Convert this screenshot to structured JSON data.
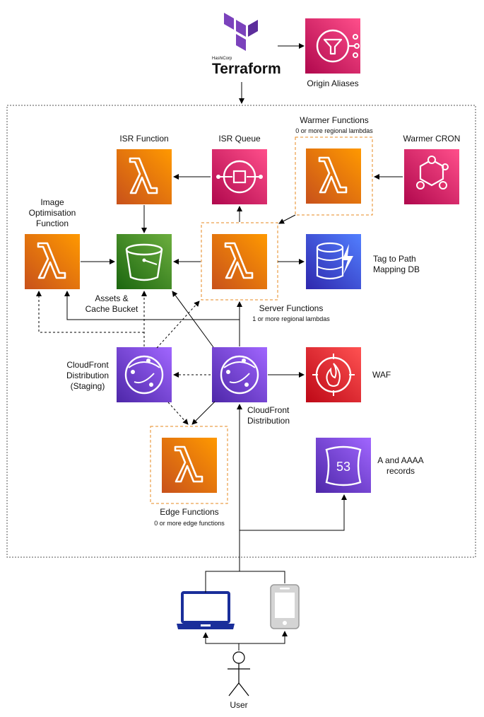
{
  "terraform": {
    "brand_small": "HashiCorp",
    "brand": "Terraform"
  },
  "labels": {
    "origin_aliases": "Origin Aliases",
    "warmer_functions": "Warmer Functions",
    "warmer_functions_sub": "0 or more regional lambdas",
    "isr_function": "ISR Function",
    "isr_queue": "ISR Queue",
    "warmer_cron": "Warmer CRON",
    "image_opt_1": "Image",
    "image_opt_2": "Optimisation",
    "image_opt_3": "Function",
    "tag_path_1": "Tag to Path",
    "tag_path_2": "Mapping DB",
    "assets_1": "Assets &",
    "assets_2": "Cache Bucket",
    "server_functions": "Server Functions",
    "server_functions_sub": "1 or more regional lambdas",
    "cf_staging_1": "CloudFront",
    "cf_staging_2": "Distribution",
    "cf_staging_3": "(Staging)",
    "waf": "WAF",
    "cf_1": "CloudFront",
    "cf_2": "Distribution",
    "a_records_1": "A and AAAA",
    "a_records_2": "records",
    "route53_text": "53",
    "edge_functions": "Edge Functions",
    "edge_functions_sub": "0 or more edge functions",
    "user": "User"
  },
  "colors": {
    "lambda": "#E7731A",
    "s3": "#4A9A2A",
    "pink": "#E0306A",
    "purple": "#7A3FE0",
    "dynamo": "#3554D6",
    "red": "#E03A36",
    "orange_dash": "#E7881F",
    "terraform": "#7B42BC",
    "laptop": "#1A2E9A"
  },
  "icons": {
    "terraform_logo": "terraform-logo-icon",
    "origin_aliases": "sns-icon",
    "lambda": "lambda-icon",
    "isr_queue": "sqs-icon",
    "warmer_cron": "eventbridge-icon",
    "bucket": "s3-bucket-icon",
    "dynamo": "dynamodb-icon",
    "cloudfront": "cloudfront-icon",
    "waf": "waf-icon",
    "route53": "route53-icon",
    "laptop": "laptop-icon",
    "phone": "phone-icon",
    "user": "user-icon"
  }
}
